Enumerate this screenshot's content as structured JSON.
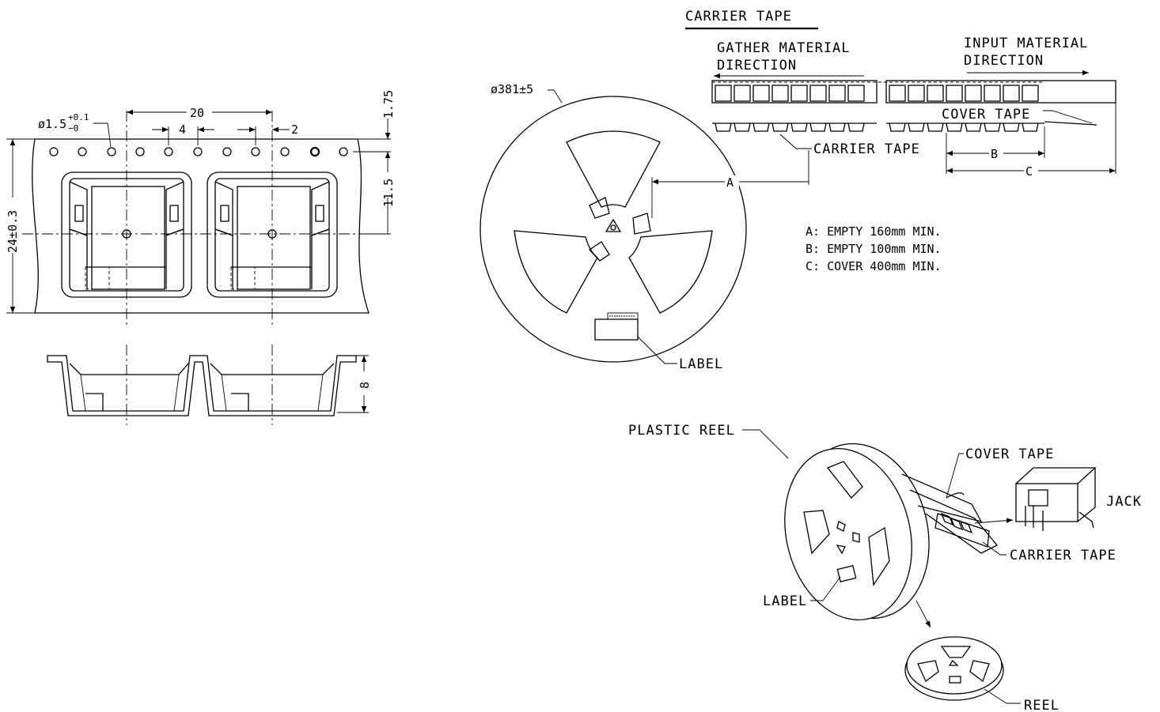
{
  "tape_top_view": {
    "hole_dia": "ø1.5",
    "hole_tol_plus": "+0.1",
    "hole_tol_minus": "−0",
    "pitch": "20",
    "hole_pitch": "4",
    "offset": "2",
    "edge": "1.75",
    "center": "11.5",
    "width": "24±0.3"
  },
  "tape_side_view": {
    "depth": "8"
  },
  "reel_front": {
    "diameter": "ø381±5",
    "label_callout": "LABEL",
    "dim_a": "A"
  },
  "carrier_tape_section": {
    "title": "CARRIER TAPE",
    "gather_line1": "GATHER MATERIAL",
    "gather_line2": "DIRECTION",
    "input_line1": "INPUT MATERIAL",
    "input_line2": "DIRECTION",
    "cover_tape": "COVER TAPE",
    "carrier_tape": "CARRIER TAPE",
    "dim_b": "B",
    "dim_c": "C"
  },
  "notes": {
    "a": "A:  EMPTY 160mm  MIN.",
    "b": "B:  EMPTY 100mm  MIN.",
    "c": "C:  COVER 400mm  MIN."
  },
  "iso_view": {
    "plastic_reel": "PLASTIC REEL",
    "cover_tape": "COVER TAPE",
    "jack": "JACK",
    "carrier_tape": "CARRIER TAPE",
    "label": "LABEL",
    "reel": "REEL"
  }
}
